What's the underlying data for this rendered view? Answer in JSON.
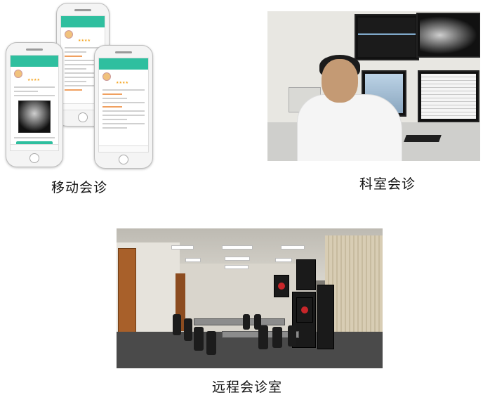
{
  "captions": {
    "mobile": "移动会诊",
    "department": "科室会诊",
    "remote": "远程会诊室"
  },
  "colors": {
    "app_header": "#2fbf9f",
    "background": "#ffffff"
  }
}
